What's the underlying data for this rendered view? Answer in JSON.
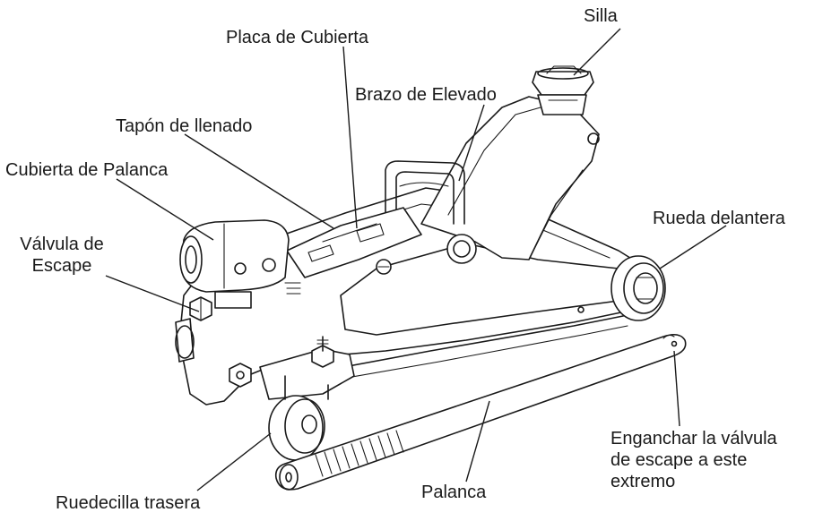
{
  "diagram": {
    "labels": {
      "silla": "Silla",
      "placa_cubierta": "Placa de Cubierta",
      "brazo_elevado": "Brazo de Elevado",
      "tapon_llenado": "Tapón de llenado",
      "cubierta_palanca": "Cubierta de Palanca",
      "valvula_escape_1": "Válvula de",
      "valvula_escape_2": "Escape",
      "rueda_delantera": "Rueda delantera",
      "enganchar_1": "Enganchar la válvula",
      "enganchar_2": "de escape a este",
      "enganchar_3": "extremo",
      "palanca": "Palanca",
      "ruedecilla_trasera": "Ruedecilla trasera"
    },
    "colors": {
      "line": "#1a1a1a",
      "background": "#ffffff"
    }
  }
}
